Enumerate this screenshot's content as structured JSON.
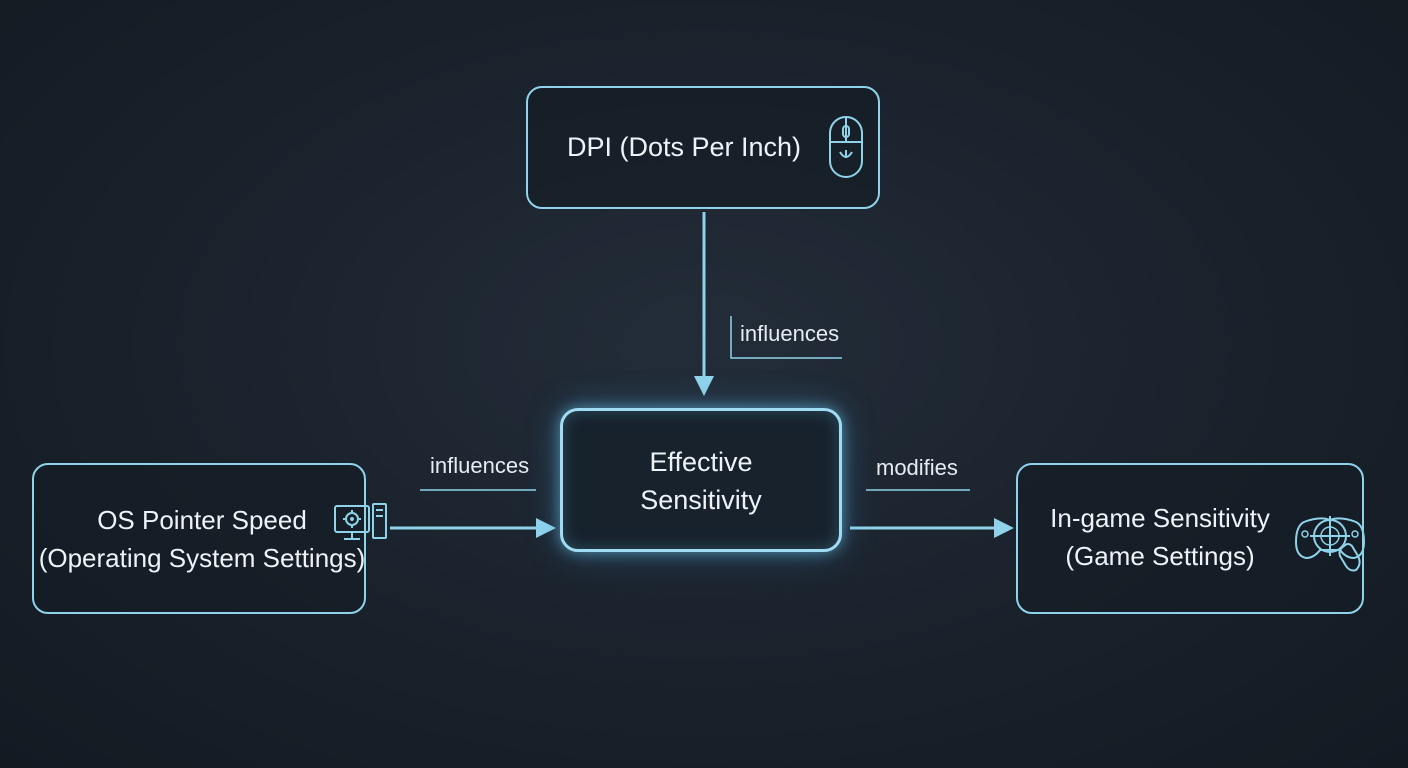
{
  "nodes": {
    "dpi": {
      "label": "DPI (Dots Per Inch)",
      "icon": "mouse-icon"
    },
    "effective": {
      "line1": "Effective",
      "line2": "Sensitivity"
    },
    "os": {
      "line1": "OS Pointer Speed",
      "line2": "(Operating System Settings)",
      "icon": "monitor-settings-icon"
    },
    "game": {
      "line1": "In-game Sensitivity",
      "line2": "(Game Settings)",
      "icon": "gamepad-crosshair-icon"
    }
  },
  "edges": {
    "dpi_to_effective": {
      "label": "influences"
    },
    "os_to_effective": {
      "label": "influences"
    },
    "effective_to_game": {
      "label": "modifies"
    }
  },
  "colors": {
    "accent": "#8fd3ea",
    "glow": "#6ec8f0",
    "text": "#eef3f7",
    "background": "#19212b"
  }
}
